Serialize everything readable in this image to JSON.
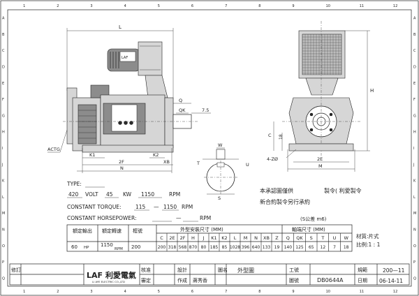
{
  "border": {
    "rows": [
      "A",
      "B",
      "C",
      "D",
      "E",
      "F",
      "G",
      "H",
      "I",
      "J",
      "K",
      "L",
      "M",
      "N",
      "O",
      "P",
      "Q"
    ],
    "cols": [
      "1",
      "2",
      "3",
      "4",
      "5",
      "6",
      "7",
      "8",
      "9",
      "10",
      "11",
      "12"
    ]
  },
  "dims": {
    "L": "L",
    "Q": "Q",
    "QK": "QK",
    "d75": "7.5",
    "K1": "K1",
    "K2": "K2",
    "twoF": "2F",
    "N": "N",
    "XB": "XB",
    "ACTG": "ACTG",
    "W": "W",
    "T": "T",
    "U": "U",
    "S": "S",
    "H": "H",
    "C": "C",
    "d18": "18",
    "fourZ": "4-ZØ",
    "twoE": "2E",
    "M": "M"
  },
  "notes": {
    "type_label": "TYPE:",
    "hp": "420",
    "volt_label": "VOLT",
    "volt": "45",
    "kw_label": "KW",
    "rpm1": "1150",
    "rpm_label": "RPM",
    "torque_label": "CONSTANT TORQUE:",
    "torque_from": "115",
    "torque_to": "1150",
    "hp_label": "CONSTANT HORSEPOWER:",
    "dash_mark": "—",
    "cn1": "本承認圖僅供",
    "cn2": "製令( 利愛製令",
    "cn3": "新合約製令另行承約",
    "tolerance": "(S公差 m6)",
    "material": "材質:片式",
    "scale": "比例:1 : 1"
  },
  "table": {
    "h1": "額定輸出",
    "h2": "額定轉速",
    "h3": "框號",
    "h4": "外型安裝尺寸 (MM)",
    "h5": "軸端尺寸 (MM)",
    "sub": [
      "C",
      "2E",
      "2F",
      "H",
      "J",
      "K1",
      "K2",
      "L",
      "M",
      "N",
      "XB",
      "Z",
      "Q",
      "QK",
      "S",
      "T",
      "U",
      "W"
    ],
    "hp_val": "60",
    "hp_unit": "HP",
    "rpm_val": "1150",
    "rpm_unit": "RPM",
    "frame": "200",
    "vals": [
      "200",
      "318",
      "568",
      "870",
      "80",
      "185",
      "85",
      "1028",
      "396",
      "640",
      "133",
      "19",
      "140",
      "125",
      "65",
      "12",
      "7",
      "18"
    ]
  },
  "title_block": {
    "rev_label": "修訂",
    "company": "LAF 利愛電氣",
    "company_sub": "LI AYE ELECTRIC CO.,LTD",
    "approve": "核准",
    "review": "審定",
    "design": "設計",
    "drafter_label": "作成",
    "drafter": "蔣秀香",
    "drawing_label": "圖名",
    "drawing_name": "外型圖",
    "job_label": "工號",
    "dwg_no_label": "圖號",
    "dwg_no": "DB0644A",
    "spec_label": "規範",
    "spec": "200—11",
    "date_label": "日期",
    "date": "06-14-11"
  }
}
